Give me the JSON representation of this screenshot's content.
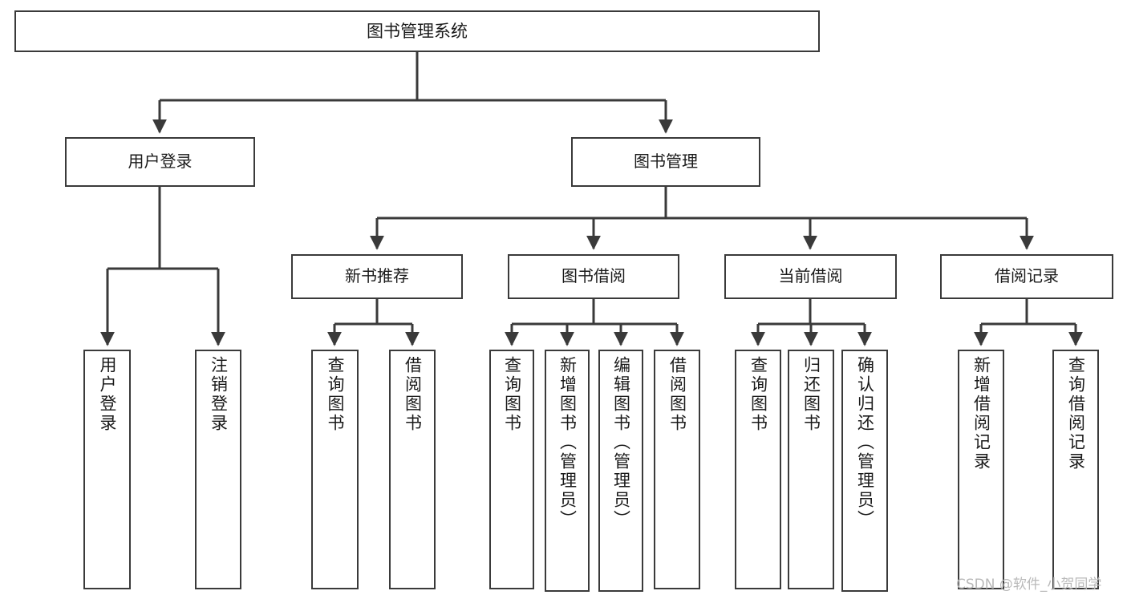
{
  "diagram": {
    "title": "图书管理系统",
    "type": "hierarchy-tree",
    "watermark": "CSDN @软件_小贺同学",
    "colors": {
      "box_border": "#3a3a3a",
      "box_fill": "#ffffff",
      "connector": "#3a3a3a",
      "text": "#1a1a1a",
      "watermark": "#b9b9b9"
    },
    "root": {
      "label": "图书管理系统"
    },
    "level1": [
      {
        "label": "用户登录"
      },
      {
        "label": "图书管理"
      }
    ],
    "level2": [
      {
        "label": "新书推荐"
      },
      {
        "label": "图书借阅"
      },
      {
        "label": "当前借阅"
      },
      {
        "label": "借阅记录"
      }
    ],
    "leaves": {
      "user_login": [
        {
          "label": "用户登录"
        },
        {
          "label": "注销登录"
        }
      ],
      "new_book_recommend": [
        {
          "label": "查询图书"
        },
        {
          "label": "借阅图书"
        }
      ],
      "book_borrow": [
        {
          "label": "查询图书"
        },
        {
          "label": "新增图书（管理员）"
        },
        {
          "label": "编辑图书（管理员）"
        },
        {
          "label": "借阅图书"
        }
      ],
      "current_borrow": [
        {
          "label": "查询图书"
        },
        {
          "label": "归还图书"
        },
        {
          "label": "确认归还（管理员）"
        }
      ],
      "borrow_record": [
        {
          "label": "新增借阅记录"
        },
        {
          "label": "查询借阅记录"
        }
      ]
    }
  }
}
